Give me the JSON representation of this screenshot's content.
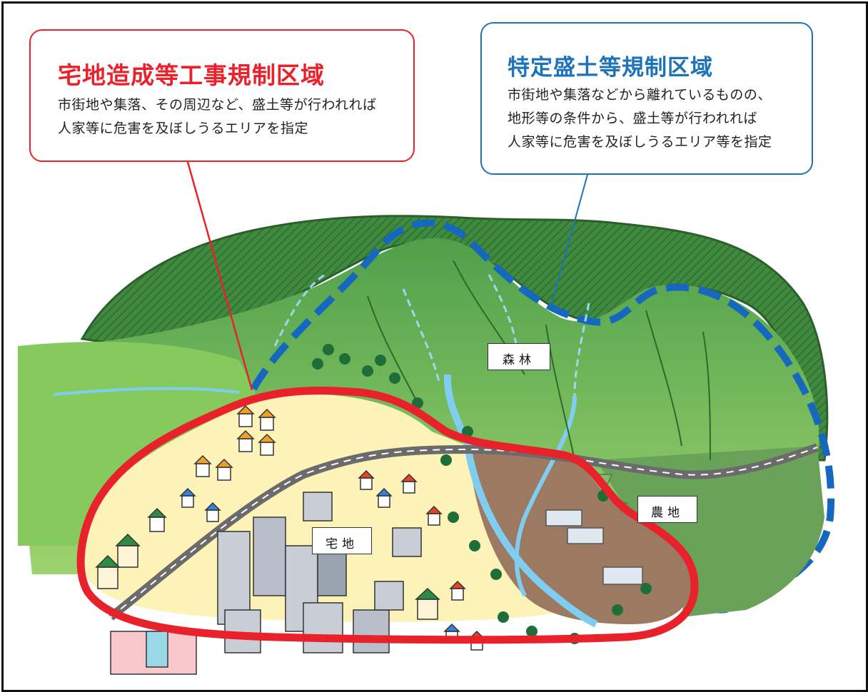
{
  "callouts": {
    "residential_zone": {
      "title": "宅地造成等工事規制区域",
      "desc_line1": "市街地や集落、その周辺など、盛土等が行われれば",
      "desc_line2": "人家等に危害を及ぼしうるエリアを指定",
      "color": "#e8212a"
    },
    "specific_fill_zone": {
      "title": "特定盛土等規制区域",
      "desc_line1": "市街地や集落などから離れているものの、",
      "desc_line2": "地形等の条件から、盛土等が行われれば",
      "desc_line3": "人家等に危害を及ぼしうるエリア等を指定",
      "color": "#1e73b8"
    }
  },
  "area_labels": {
    "forest": "森林",
    "residential": "宅地",
    "farmland": "農地"
  },
  "colors": {
    "forest_dark": "#2f7a33",
    "forest_light": "#7cc35a",
    "residential_ground": "#fdf3b8",
    "farmland_ground": "#9c7a62",
    "river": "#7fcdf0",
    "road": "#6b6b6b"
  }
}
